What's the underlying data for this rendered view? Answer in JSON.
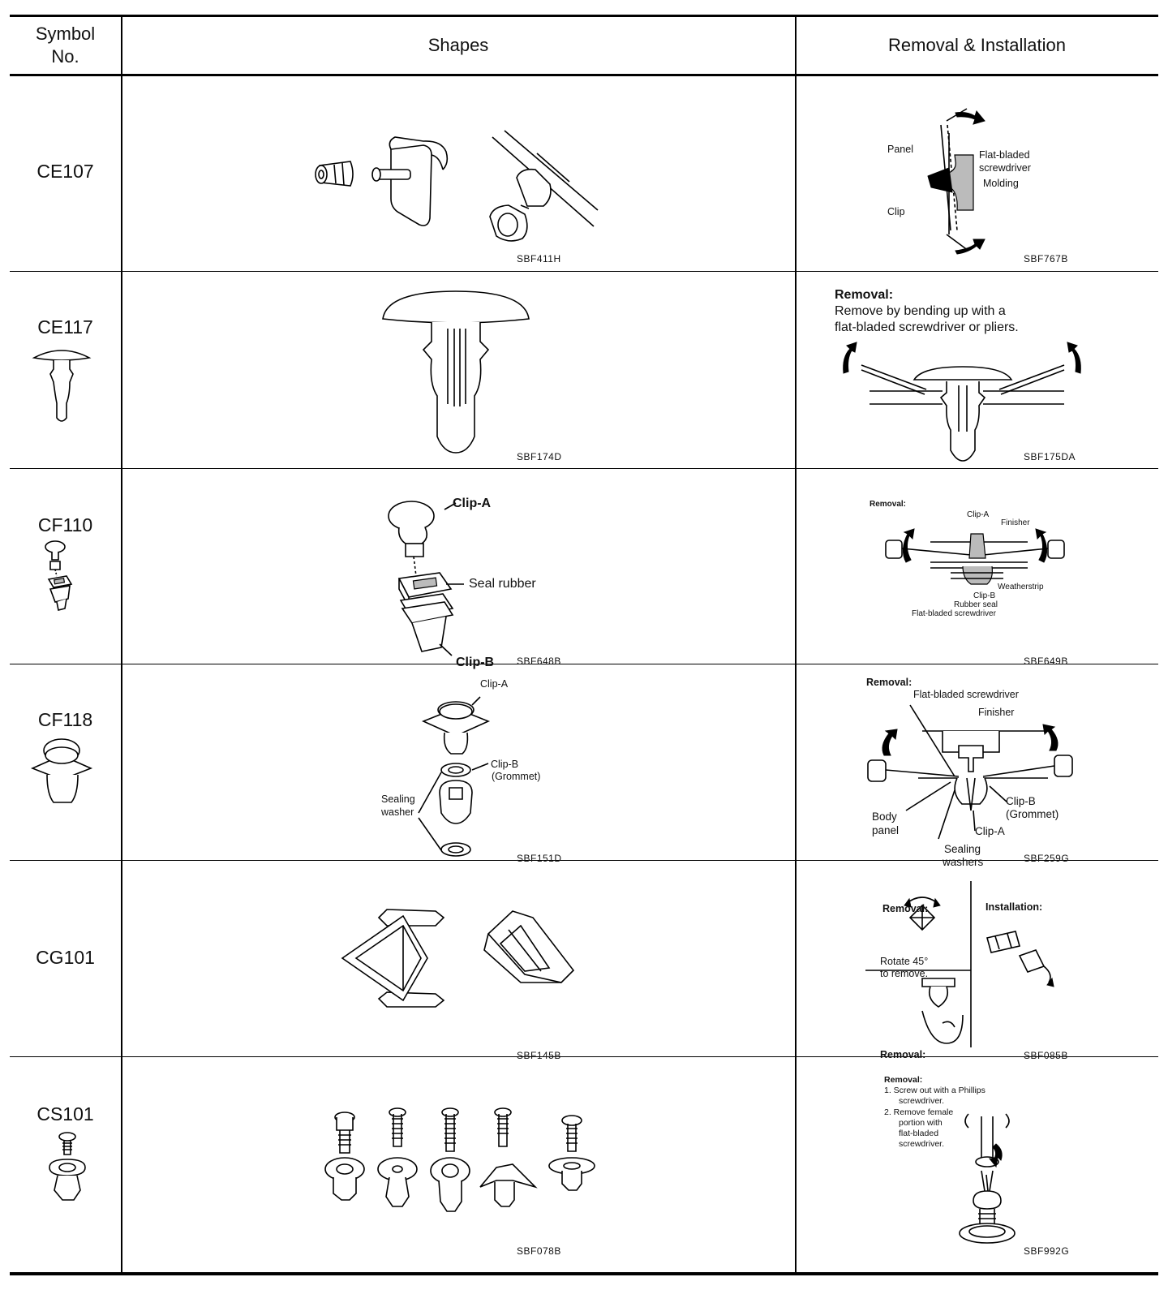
{
  "header": {
    "symbol_line1": "Symbol",
    "symbol_line2": "No.",
    "shapes": "Shapes",
    "removal": "Removal & Installation"
  },
  "rows": [
    {
      "symbol": "CE107",
      "shape_code": "SBF411H",
      "removal_code": "SBF767B",
      "labels": {
        "panel": "Panel",
        "screwdriver1": "Flat-bladed",
        "screwdriver2": "screwdriver",
        "molding": "Molding",
        "clip": "Clip"
      }
    },
    {
      "symbol": "CE117",
      "shape_code": "SBF174D",
      "removal_code": "SBF175DA",
      "removal_title": "Removal:",
      "removal_text1": "Remove by bending up with a",
      "removal_text2": "flat-bladed screwdriver or pliers."
    },
    {
      "symbol": "CF110",
      "shape_code": "SBF648B",
      "removal_code": "SBF649B",
      "shape_labels": {
        "clip_a": "Clip-A",
        "seal_rubber": "Seal rubber",
        "clip_b": "Clip-B"
      },
      "removal_labels": {
        "title": "Removal:",
        "clip_a": "Clip-A",
        "finisher": "Finisher",
        "weatherstrip": "Weatherstrip",
        "clip_b": "Clip-B",
        "rubber_seal": "Rubber seal",
        "screwdriver": "Flat-bladed screwdriver"
      }
    },
    {
      "symbol": "CF118",
      "shape_code": "SBF151D",
      "removal_code": "SBF259G",
      "shape_labels": {
        "clip_a": "Clip-A",
        "clip_b": "Clip-B",
        "grommet": "(Grommet)",
        "sealing": "Sealing",
        "washer": "washer"
      },
      "removal_labels": {
        "title": "Removal:",
        "screwdriver": "Flat-bladed screwdriver",
        "finisher": "Finisher",
        "body": "Body",
        "panel": "panel",
        "clip_b": "Clip-B",
        "grommet": "(Grommet)",
        "clip_a": "Clip-A",
        "sealing": "Sealing",
        "washers": "washers"
      }
    },
    {
      "symbol": "CG101",
      "shape_code": "SBF145B",
      "removal_code": "SBF085B",
      "removal_labels": {
        "removal": "Removal:",
        "installation": "Installation:",
        "rotate1": "Rotate 45°",
        "rotate2": "to remove.",
        "removal2": "Removal:"
      }
    },
    {
      "symbol": "CS101",
      "shape_code": "SBF078B",
      "removal_code": "SBF992G",
      "removal_labels": {
        "title": "Removal:",
        "step1a": "1.  Screw out with a Phillips",
        "step1b": "screwdriver.",
        "step2a": "2.  Remove female",
        "step2b": "portion with",
        "step2c": "flat-bladed",
        "step2d": "screwdriver."
      }
    }
  ]
}
